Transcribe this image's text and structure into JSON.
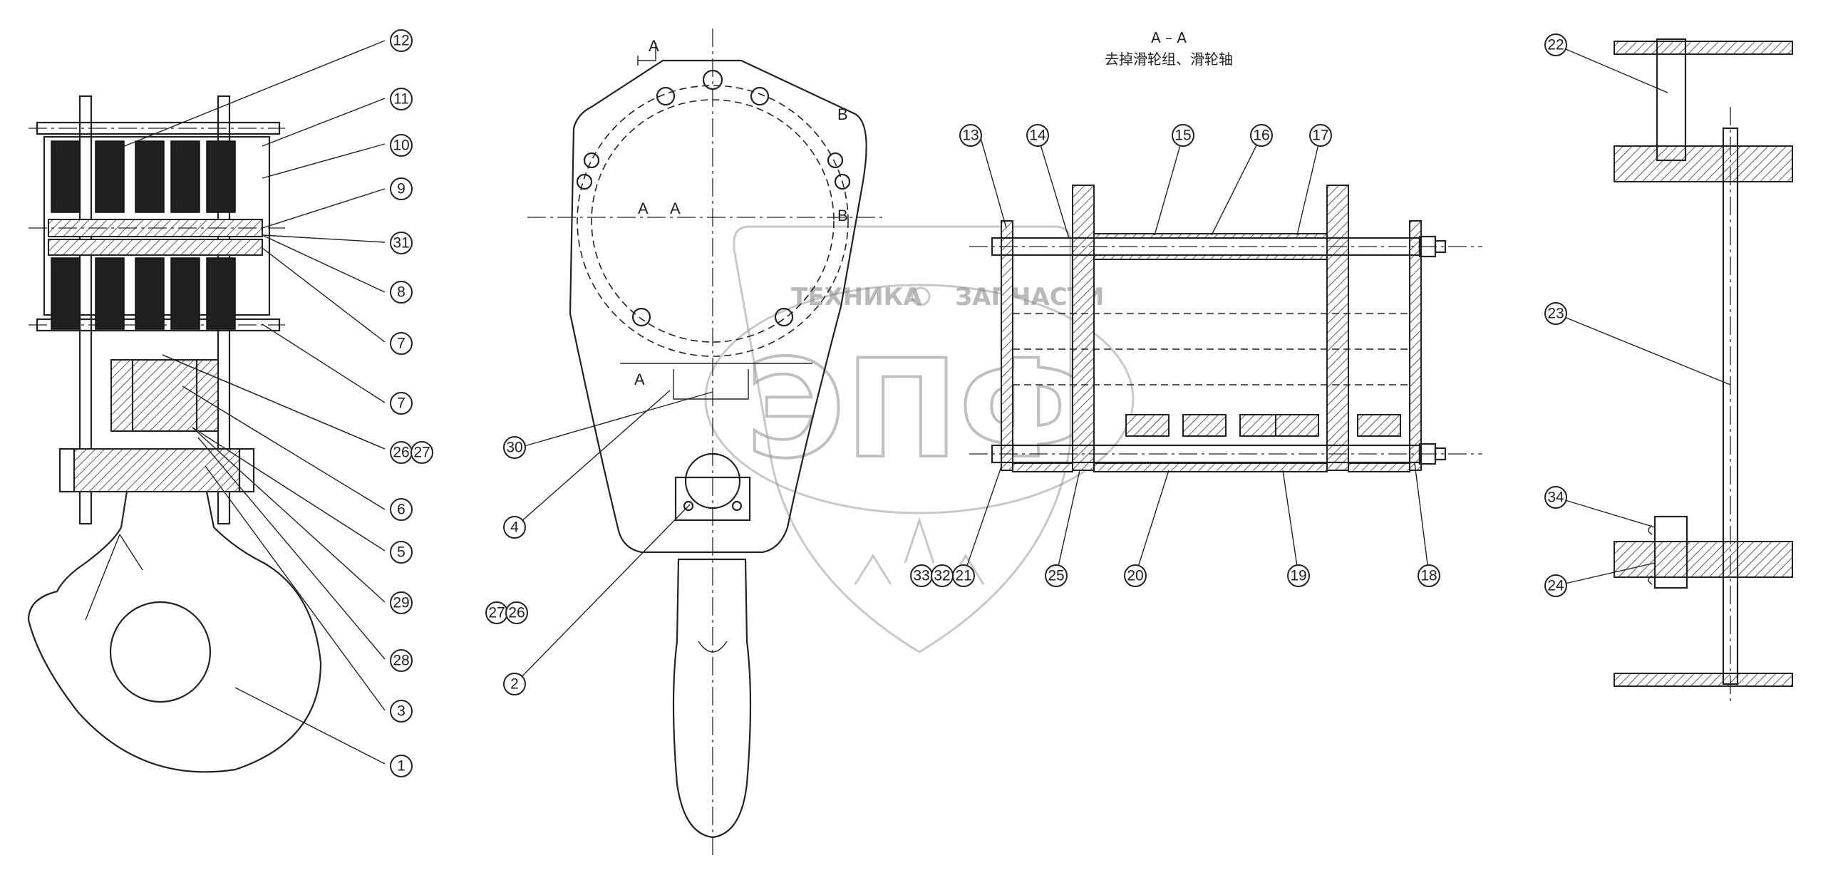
{
  "section_view": {
    "title": "A – A",
    "subtitle": "去掉滑轮组、滑轮轴"
  },
  "view_labels": {
    "a_top": "A",
    "a_left": "A",
    "a_center": "A",
    "a_center2": "A",
    "b_top": "B",
    "b_mid": "B"
  },
  "watermark": {
    "left_word": "ТЕХНИКА",
    "right_word": "ЗАПЧАСТИ",
    "brand": "ЭПФ"
  },
  "callouts": {
    "c1": "1",
    "c2": "2",
    "c3": "3",
    "c4": "4",
    "c5": "5",
    "c6": "6",
    "c7a": "7",
    "c7b": "7",
    "c8": "8",
    "c9": "9",
    "c10": "10",
    "c11": "11",
    "c12": "12",
    "c13": "13",
    "c14": "14",
    "c15": "15",
    "c16": "16",
    "c17": "17",
    "c18": "18",
    "c19": "19",
    "c20": "20",
    "c21": "21",
    "c22": "22",
    "c23": "23",
    "c24": "24",
    "c25": "25",
    "c26": "26",
    "c27": "27",
    "c28": "28",
    "c29": "29",
    "c30": "30",
    "c31": "31",
    "c32": "32",
    "c33": "33",
    "c34": "34",
    "c26b": "26",
    "c27b": "27"
  }
}
